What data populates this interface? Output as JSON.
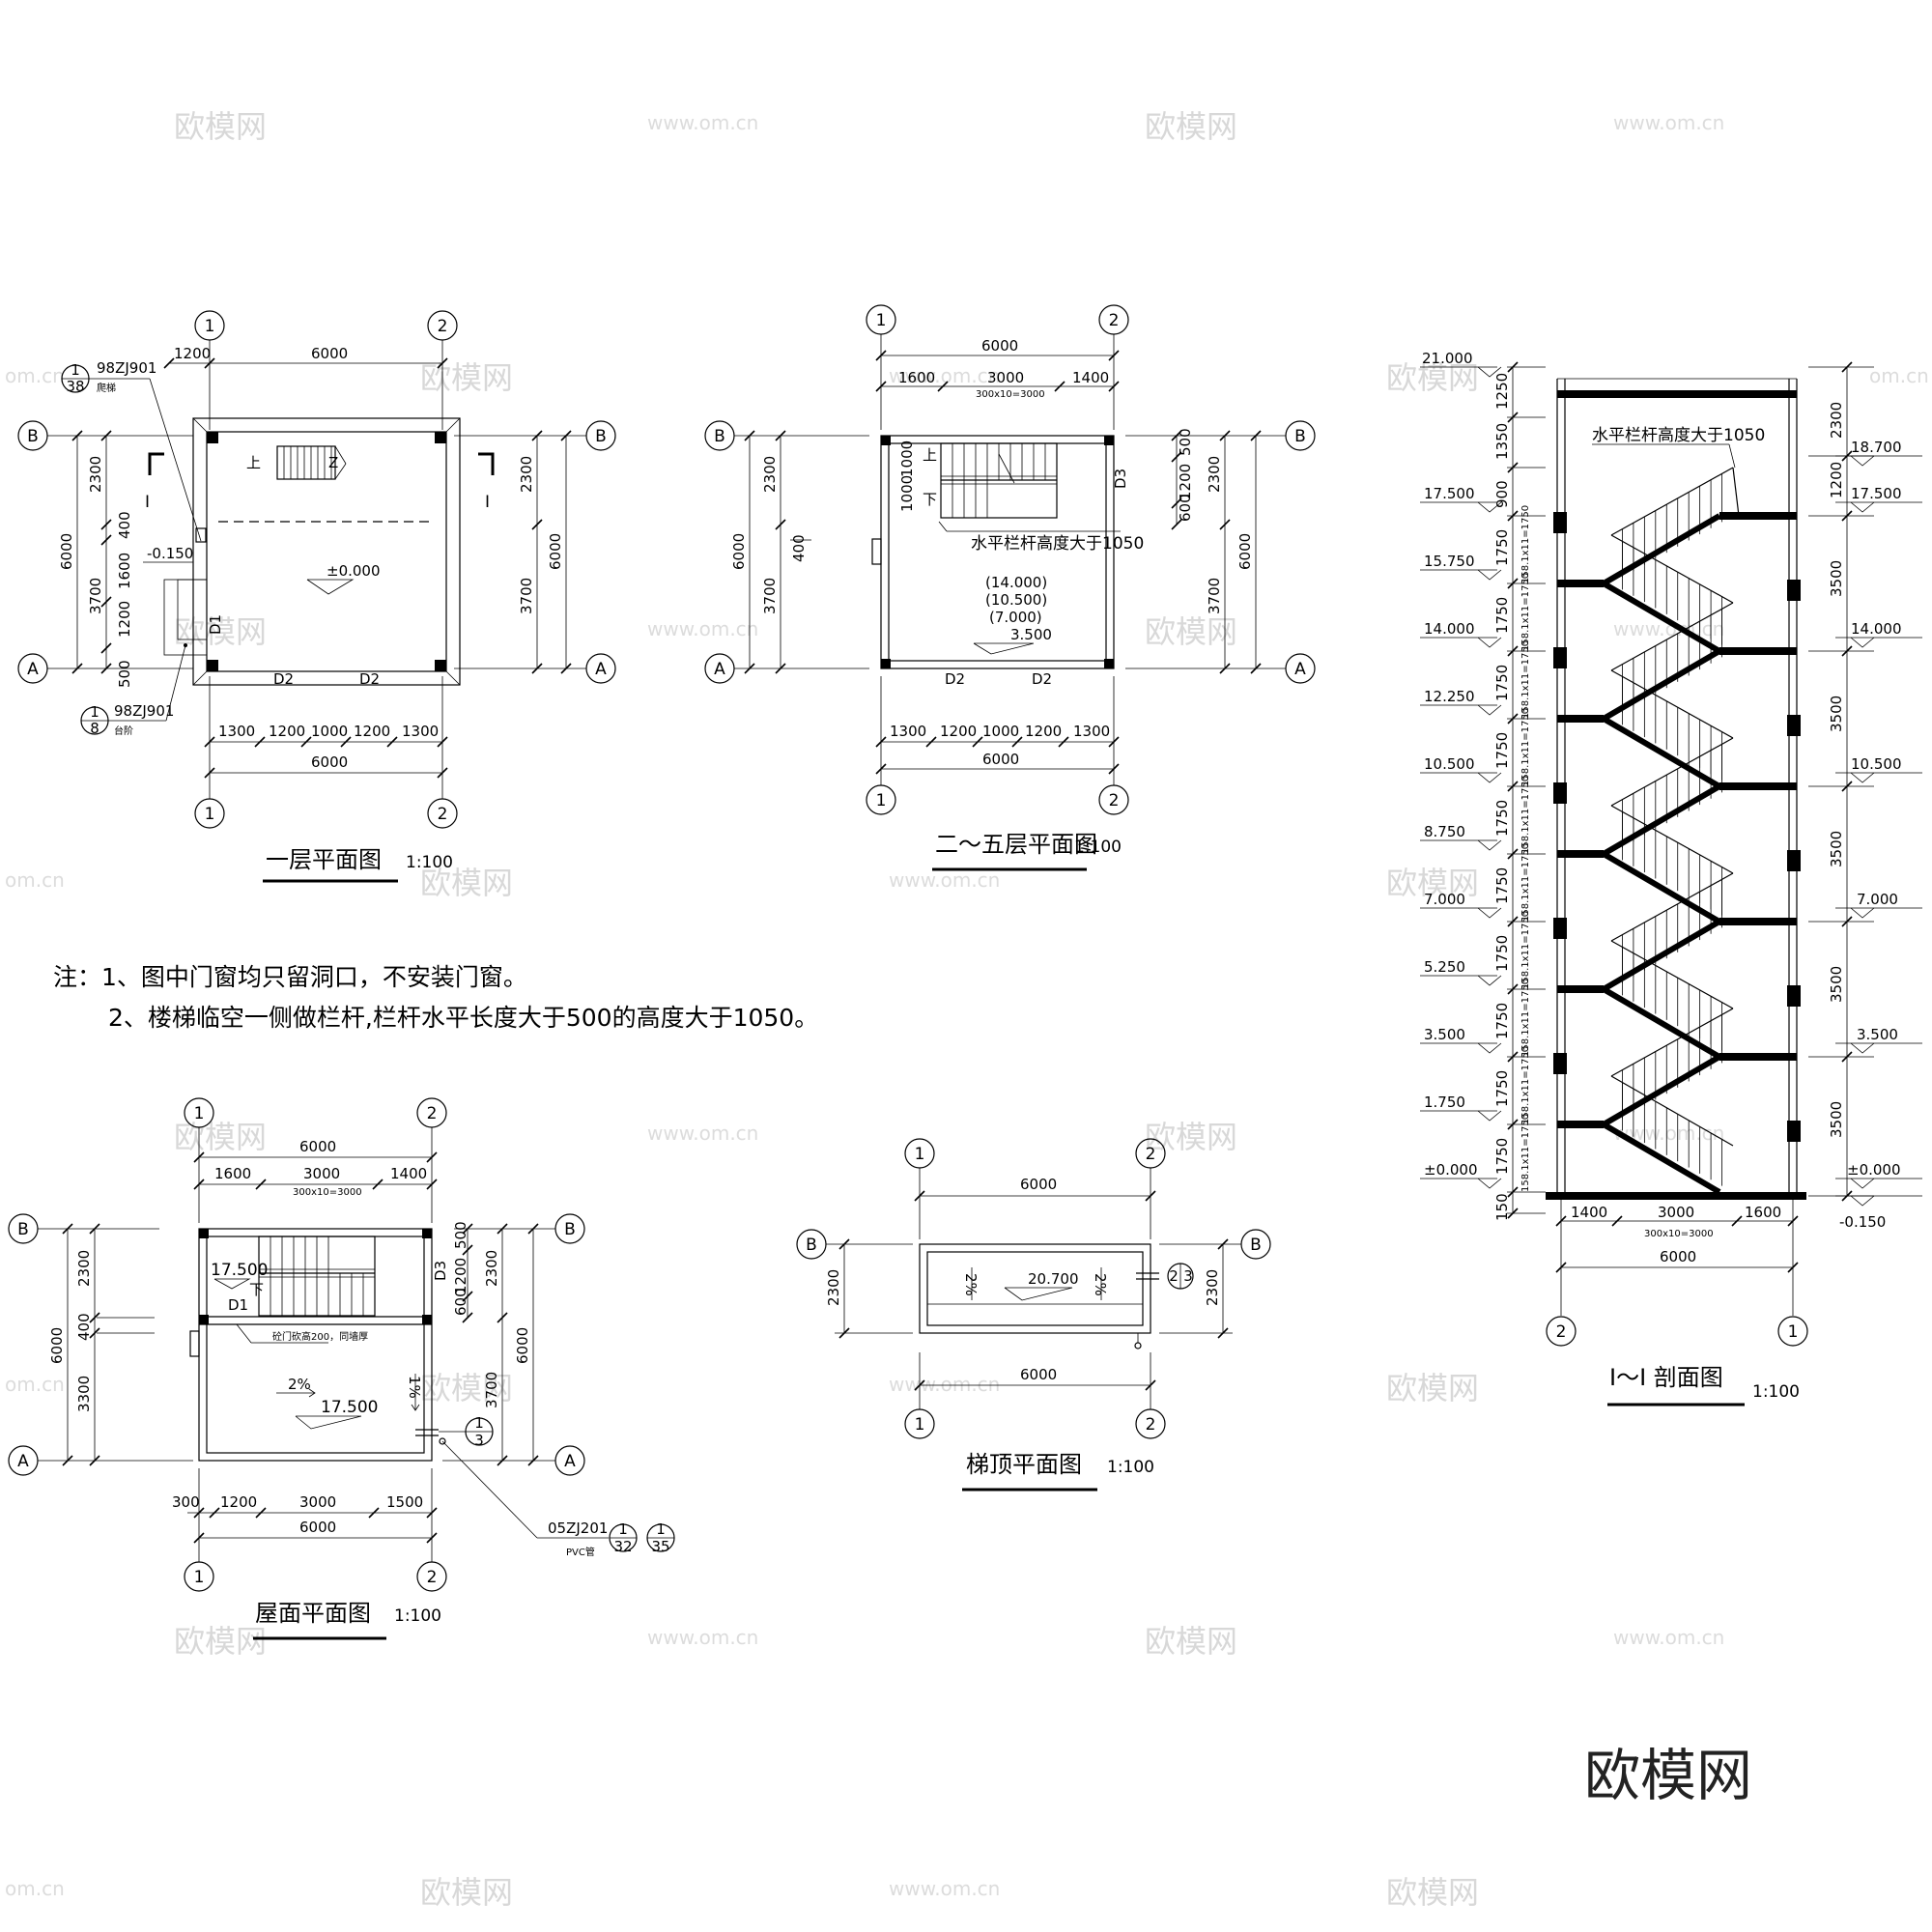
{
  "watermarks": {
    "brand": "欧模网",
    "url": "www.om.cn",
    "partial": "om.cn"
  },
  "corner_brand": "欧模网",
  "plan1": {
    "title": "一层平面图",
    "scale": "1:100",
    "axis_1": "1",
    "axis_2": "2",
    "axis_a": "A",
    "axis_b": "B",
    "top_dims": [
      "1200",
      "6000"
    ],
    "bottom_dims": [
      "1300",
      "1200",
      "1000",
      "1200",
      "1300"
    ],
    "bottom_total": "6000",
    "left_dims": [
      "2300",
      "400",
      "1600",
      "1200",
      "500"
    ],
    "left_parts": [
      "3700"
    ],
    "left_total": "6000",
    "right_dims": [
      "2300",
      "3700"
    ],
    "right_total": "6000",
    "ref_top": {
      "num": "1",
      "den": "38",
      "code": "98ZJ901",
      "note": "爬梯"
    },
    "ref_bottom": {
      "num": "1",
      "den": "8",
      "code": "98ZJ901",
      "note": "台阶"
    },
    "level": "±0.000",
    "level_out": "-0.150",
    "door_d1": "D1",
    "door_d2a": "D2",
    "door_d2b": "D2",
    "stair_up": "上",
    "stair_down": "Z",
    "section": "I"
  },
  "plan2": {
    "title": "二～五层平面图",
    "scale": "1:100",
    "top_total": "6000",
    "top_dims": [
      "1600",
      "3000",
      "1400"
    ],
    "top_sub": "300x10=3000",
    "bottom_dims": [
      "1300",
      "1200",
      "1000",
      "1200",
      "1300"
    ],
    "bottom_total": "6000",
    "left_dims": [
      "2300",
      "400",
      "3700"
    ],
    "left_total": "6000",
    "inner_dims": [
      "1000",
      "1000"
    ],
    "right_inner": [
      "500",
      "1200",
      "600"
    ],
    "right_dims": [
      "2300",
      "3700"
    ],
    "right_total": "6000",
    "rail_note": "水平栏杆高度大于1050",
    "levels": [
      "(14.000)",
      "(10.500)",
      "(7.000)",
      "3.500"
    ],
    "door_d3": "D3",
    "door_d2a": "D2",
    "door_d2b": "D2",
    "stair_up": "上",
    "stair_down": "下"
  },
  "notes": {
    "line1": "注：1、图中门窗均只留洞口，不安装门窗。",
    "line2": "2、楼梯临空一侧做栏杆,栏杆水平长度大于500的高度大于1050。"
  },
  "plan3": {
    "title": "屋面平面图",
    "scale": "1:100",
    "top_total": "6000",
    "top_dims": [
      "1600",
      "3000",
      "1400"
    ],
    "top_sub": "300x10=3000",
    "bottom_dims": [
      "300",
      "1200",
      "3000",
      "1500"
    ],
    "bottom_total": "6000",
    "left_dims": [
      "2300",
      "400",
      "3300"
    ],
    "left_total": "6000",
    "right_inner": [
      "500",
      "1200",
      "600"
    ],
    "right_dims": [
      "2300",
      "3700"
    ],
    "right_total": "6000",
    "level_top": "17.500",
    "level_roof": "17.500",
    "slope": "2%",
    "slope2": "1%",
    "door_d1": "D1",
    "door_d3": "D3",
    "stair_down": "下",
    "parapet_note": "砼门砍高200，同墙厚",
    "ref": {
      "code": "05ZJ201",
      "sub": "PVC管",
      "a_num": "1",
      "a_den": "32",
      "b_num": "1",
      "b_den": "35"
    },
    "ref_side": {
      "num": "1",
      "den": "3"
    }
  },
  "plan4": {
    "title": "梯顶平面图",
    "scale": "1:100",
    "top_total": "6000",
    "bottom_total": "6000",
    "left_dim": "2300",
    "right_dim": "2300",
    "level": "20.700",
    "slope_l": "2%",
    "slope_r": "2%",
    "ref_side": {
      "num": "2",
      "den": "3"
    }
  },
  "section": {
    "title": "I～I 剖面图",
    "scale": "1:100",
    "rail_note": "水平栏杆高度大于1050",
    "left_levels": [
      "21.000",
      "17.500",
      "15.750",
      "14.000",
      "12.250",
      "10.500",
      "8.750",
      "7.000",
      "5.250",
      "3.500",
      "1.750",
      "±0.000"
    ],
    "left_dims_top": [
      "1250",
      "1350",
      "900"
    ],
    "flight_dim": "1750",
    "flight_sub": "158.1x11=1750",
    "base_dim": "150",
    "right_levels": [
      "18.700",
      "17.500",
      "14.000",
      "10.500",
      "7.000",
      "3.500",
      "±0.000",
      "-0.150"
    ],
    "right_dims": [
      "2300",
      "1200",
      "3500",
      "3500",
      "3500",
      "3500",
      "3500"
    ],
    "bottom_dims": [
      "1400",
      "3000",
      "1600"
    ],
    "bottom_sub": "300x10=3000",
    "bottom_total": "6000",
    "axis_left": "2",
    "axis_right": "1"
  }
}
